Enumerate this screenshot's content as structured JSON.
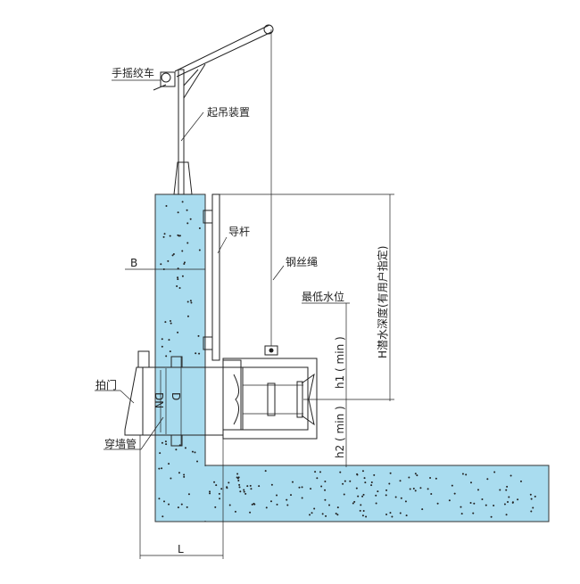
{
  "labels": {
    "winch": "手摇绞车",
    "lifting_device": "起吊装置",
    "guide_rod": "导杆",
    "wire_rope": "钢丝绳",
    "min_water_level": "最低水位",
    "depth": "H潜水深度(有用户指定)",
    "h1": "h1 ( min )",
    "h2": "h2 ( min )",
    "wall_thickness": "B",
    "dn": "DN",
    "d": "D",
    "flap_gate": "拍门",
    "wall_pipe": "穿墙管",
    "length": "L"
  },
  "colors": {
    "concrete": "#a9dcef",
    "line": "#222222"
  }
}
